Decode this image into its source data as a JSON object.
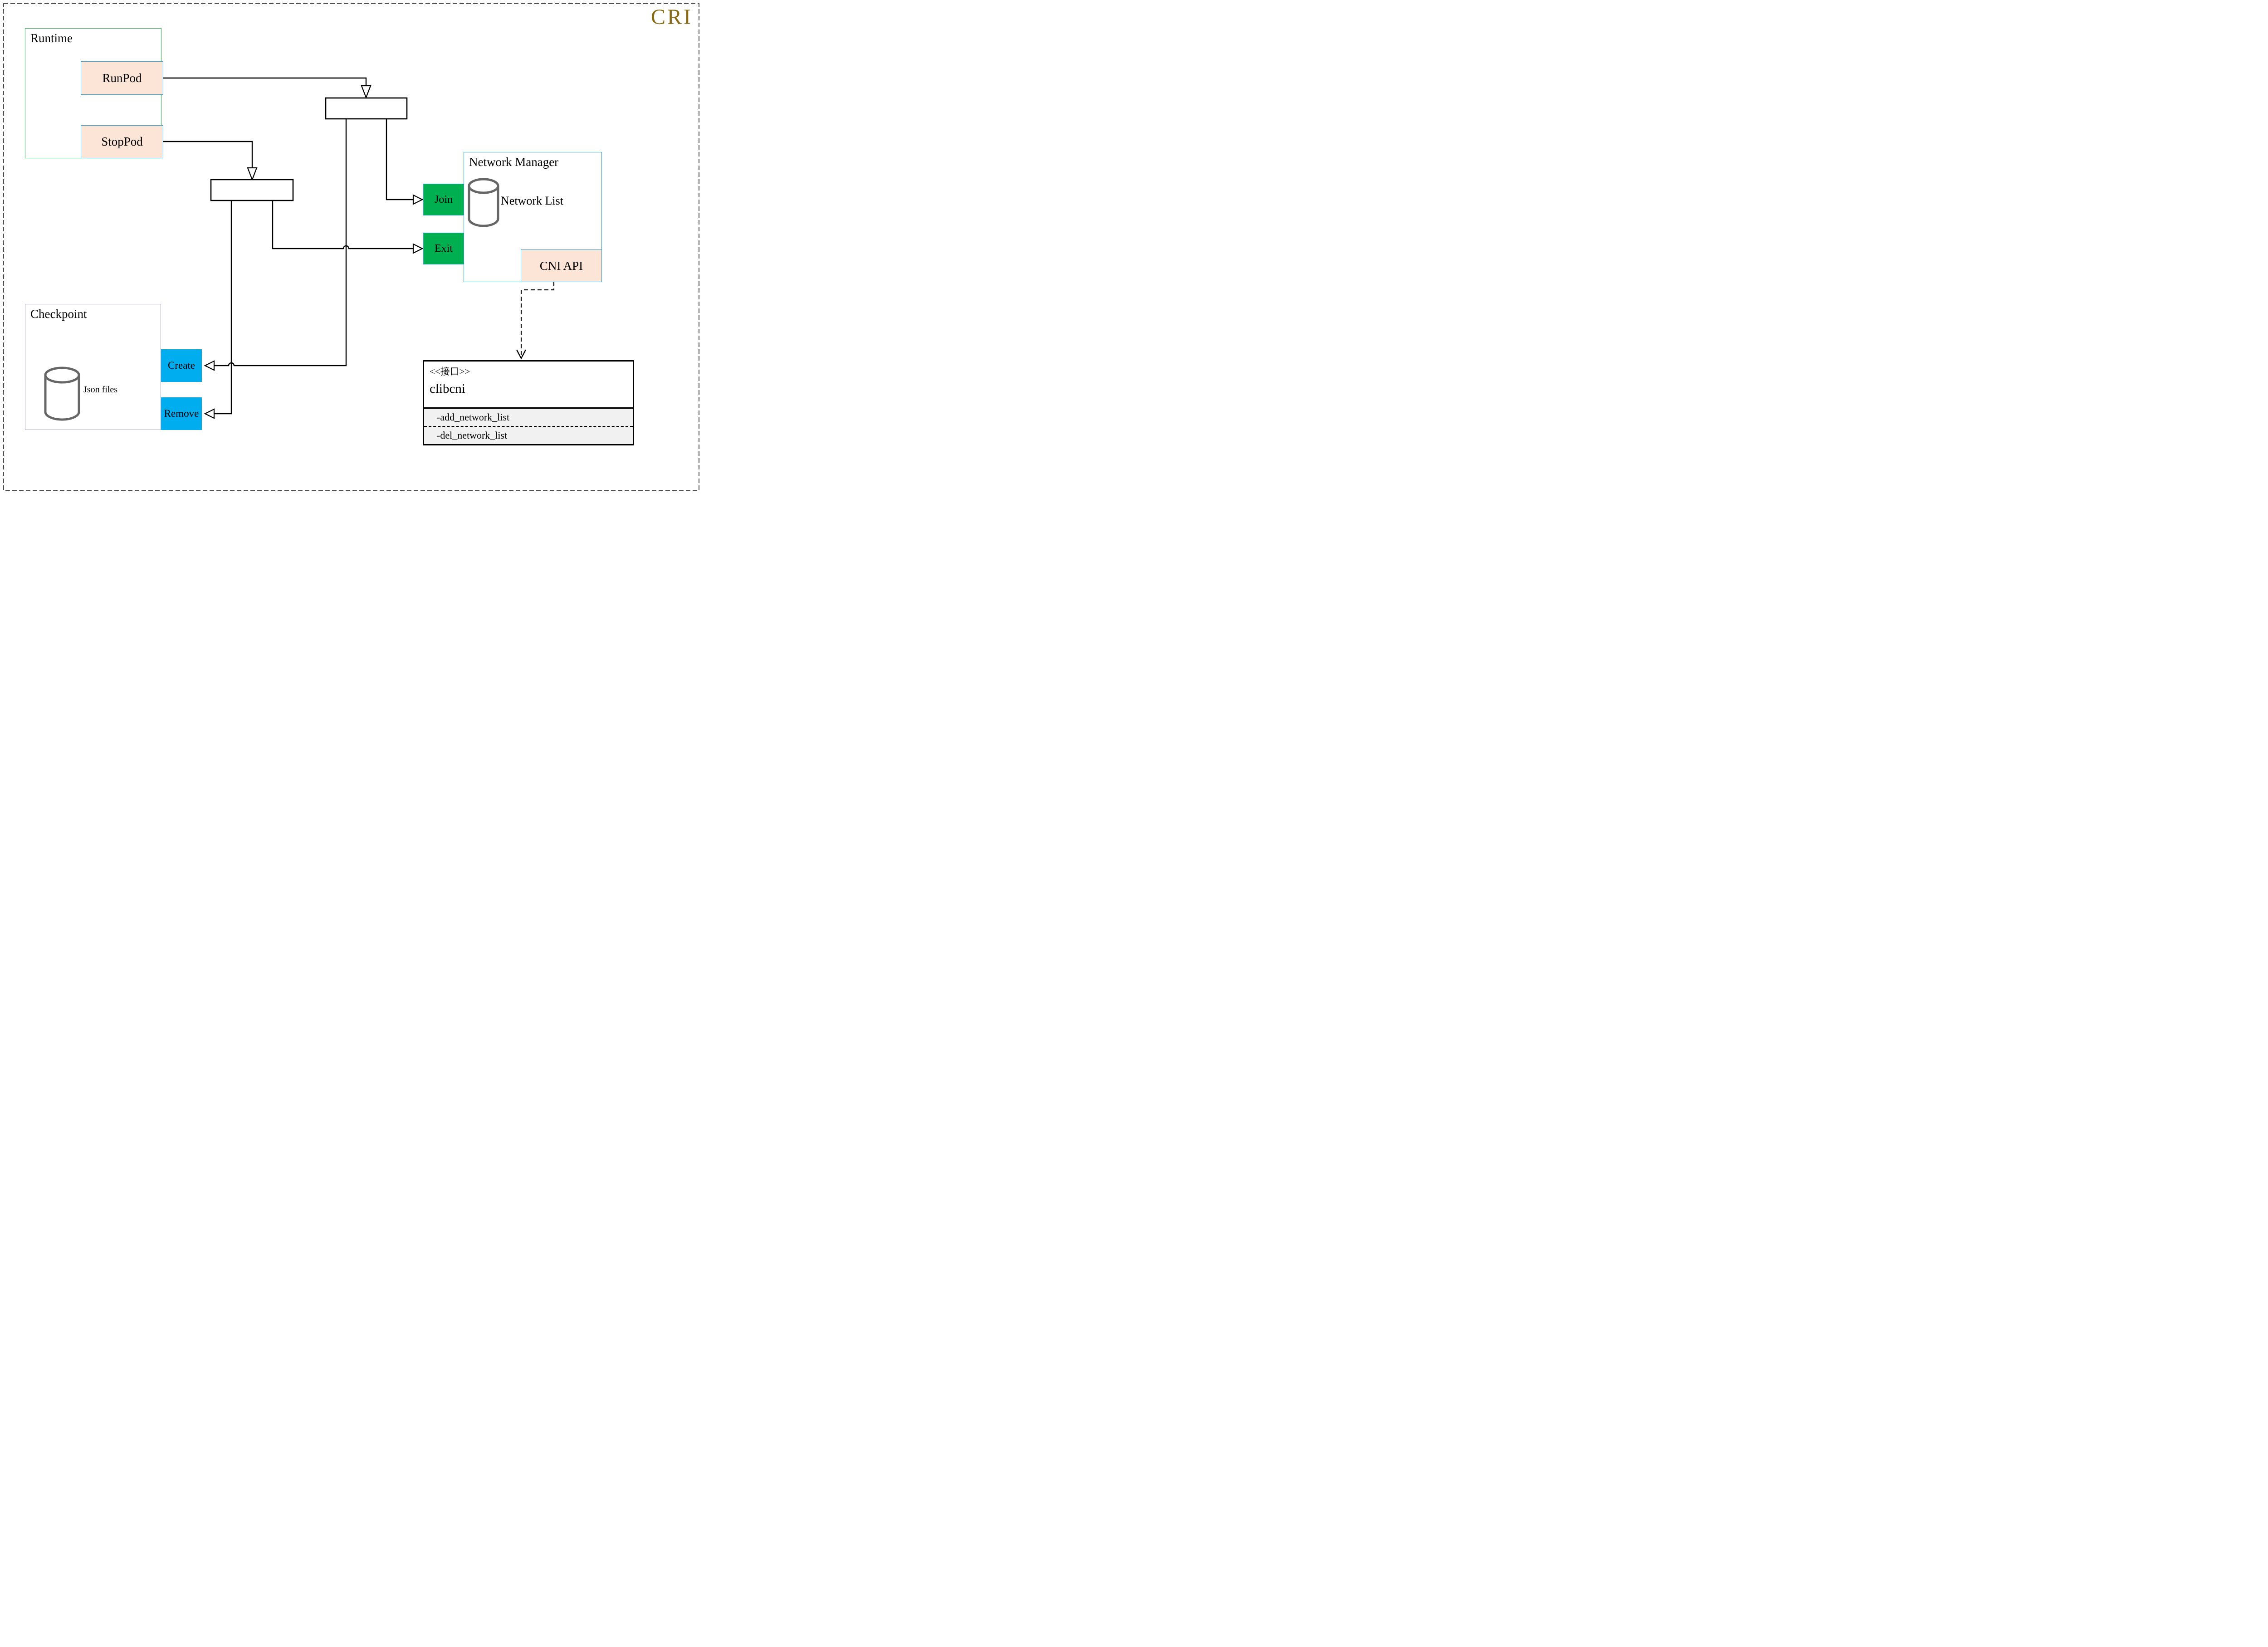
{
  "page": {
    "title_badge": "CRI"
  },
  "palette": {
    "gold": "#8A6A15",
    "green_border": "#2CB34F",
    "blue_border": "#29A9E0",
    "peach": "#FCE4D6",
    "green_fill": "#00B050",
    "cyan_fill": "#00AEEF",
    "purple_border": "#A99FC9",
    "gray_fill": "#F1F1F1"
  },
  "runtime": {
    "label": "Runtime",
    "run_button": "RunPod",
    "stop_button": "StopPod"
  },
  "network_manager": {
    "label": "Network Manager",
    "datastore_label": "Network List",
    "datastore_icon": "database-cylinder-icon",
    "join_button": "Join",
    "exit_button": "Exit",
    "api_button": "CNI API"
  },
  "checkpoint": {
    "label": "Checkpoint",
    "datastore_label": "Json files",
    "datastore_icon": "database-cylinder-icon",
    "create_button": "Create",
    "remove_button": "Remove"
  },
  "interface_box": {
    "stereotype": "<<接口>>",
    "name": "clibcni",
    "methods": [
      "-add_network_list",
      "-del_network_list"
    ]
  }
}
